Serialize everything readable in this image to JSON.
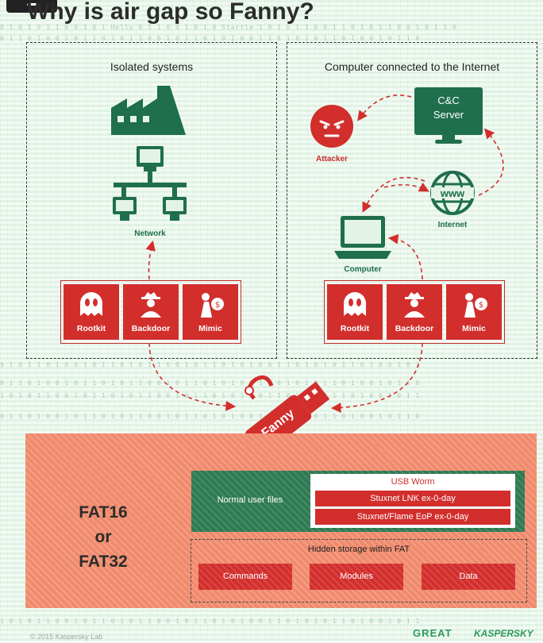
{
  "header": {
    "title": "Why is air gap so Fanny?"
  },
  "left_panel": {
    "title": "Isolated systems",
    "network_label": "Network",
    "malware": [
      {
        "label": "Rootkit"
      },
      {
        "label": "Backdoor"
      },
      {
        "label": "Mimic"
      }
    ]
  },
  "right_panel": {
    "title": "Computer connected to the Internet",
    "cc_label": "C&C Server",
    "attacker_label": "Attacker",
    "internet_label": "Internet",
    "computer_label": "Computer",
    "malware": [
      {
        "label": "Rootkit"
      },
      {
        "label": "Backdoor"
      },
      {
        "label": "Mimic"
      }
    ]
  },
  "usb": {
    "label": "Fanny"
  },
  "fat": {
    "name_lines": [
      "FAT16",
      "or",
      "FAT32"
    ],
    "normal_files_label": "Normal user files",
    "usb_worm": {
      "title": "USB Worm",
      "items": [
        "Stuxnet LNK ex-0-day",
        "Stuxnet/Flame EoP ex-0-day"
      ]
    },
    "hidden_storage": {
      "title": "Hidden storage within FAT",
      "items": [
        "Commands",
        "Modules",
        "Data"
      ]
    }
  },
  "footer": {
    "copyright": "© 2015 Kaspersky Lab",
    "great_logo": "GREAT",
    "kaspersky_logo": "KASPERSKY"
  },
  "colors": {
    "red": "#d22e2c",
    "green": "#1f6e4d",
    "salmon": "#f08a6c",
    "background": "#e3f3e6"
  }
}
